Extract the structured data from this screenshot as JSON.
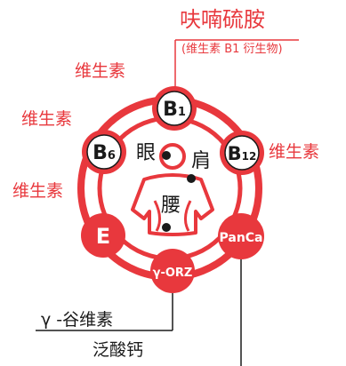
{
  "colors": {
    "accent": "#e8383d",
    "ink": "#1a1a1a",
    "white": "#ffffff"
  },
  "header": {
    "title": "呋喃硫胺",
    "subtitle": "(维生素 B1 衍生物)"
  },
  "vitamin_labels": {
    "b1": "维生素",
    "b6": "维生素",
    "b12": "维生素",
    "e": "维生素"
  },
  "nodes": {
    "b1": {
      "main": "B",
      "sub": "1"
    },
    "b6": {
      "main": "B",
      "sub": "6"
    },
    "b12": {
      "main": "B",
      "sub": "12"
    },
    "e": {
      "main": "E"
    },
    "panca": {
      "main": "PanCa"
    },
    "orz": {
      "main": "γ-ORZ"
    }
  },
  "body_labels": {
    "eye": "眼",
    "shoulder": "肩",
    "waist": "腰"
  },
  "captions": {
    "oryzanol": "γ -谷维素",
    "pantothenate": "泛酸钙"
  },
  "icons": {
    "figure": "human-body-icon"
  }
}
